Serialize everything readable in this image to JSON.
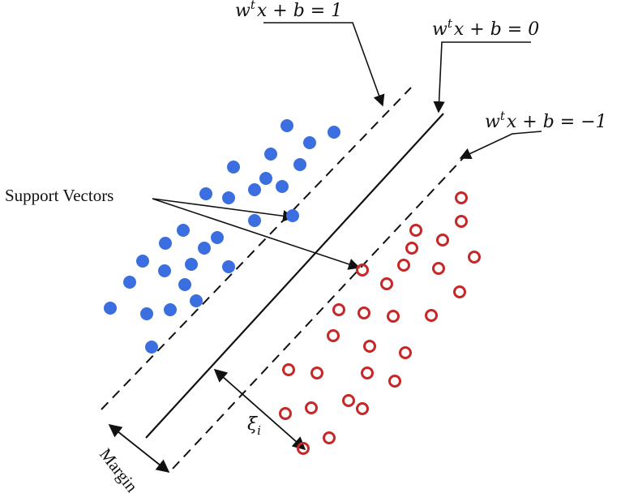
{
  "equations": {
    "upper": {
      "w": "w",
      "sup": "t",
      "rest": "x + b = 1"
    },
    "middle": {
      "w": "w",
      "sup": "t",
      "rest": "x + b = 0"
    },
    "lower": {
      "w": "w",
      "sup": "t",
      "rest": "x + b = −1"
    }
  },
  "labels": {
    "support_vectors": "Support Vectors",
    "margin": "Margin",
    "xi": "ξ",
    "xi_sub": "i"
  },
  "colors": {
    "class_positive": "#3b6fe0",
    "class_negative": "#c62828",
    "lines": "#111111"
  }
}
